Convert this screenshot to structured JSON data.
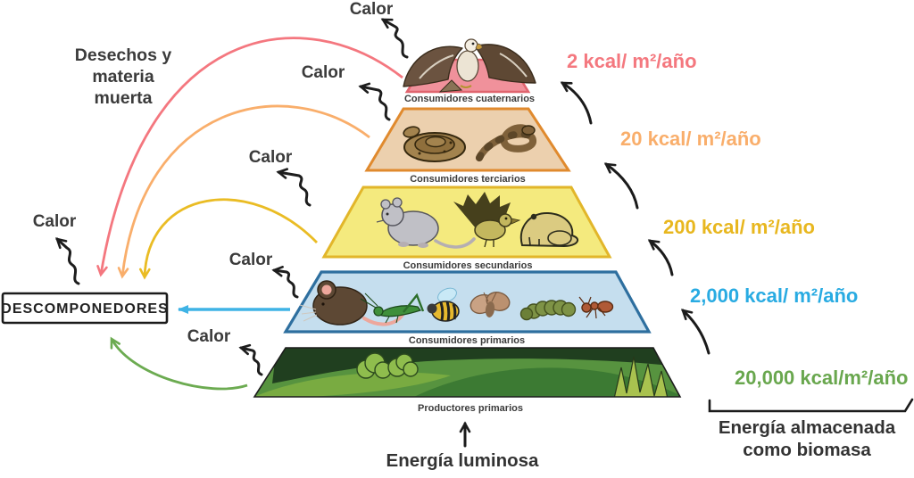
{
  "labels": {
    "calor": "Calor",
    "waste": {
      "lines": [
        "Desechos y",
        "materia",
        "muerta"
      ]
    },
    "decomposers": "DESCOMPONEDORES",
    "light_energy": "Energía luminosa",
    "biomass": {
      "lines": [
        "Energía almacenada",
        "como biomasa"
      ]
    }
  },
  "pyramid": {
    "levels": [
      {
        "label": "Consumidores cuaternarios",
        "energy": "2 kcal/ m²/año",
        "fill": "#f0919b",
        "stroke": "#e0646e",
        "energy_color": "#f4787f",
        "organisms": [
          "hawk"
        ]
      },
      {
        "label": "Consumidores terciarios",
        "energy": "20 kcal/ m²/año",
        "fill": "#ecd0ae",
        "stroke": "#e08a2e",
        "energy_color": "#f9ae6b",
        "organisms": [
          "coiled-snake",
          "curving-snake"
        ]
      },
      {
        "label": "Consumidores secundarios",
        "energy": "200 kcal/ m²/año",
        "fill": "#f4ea7e",
        "stroke": "#e2b62a",
        "energy_color": "#e8b71f",
        "organisms": [
          "rat",
          "songbird",
          "toad"
        ]
      },
      {
        "label": "Consumidores primarios",
        "energy": "2,000 kcal/ m²/año",
        "fill": "#c5deee",
        "stroke": "#2e6f9f",
        "energy_color": "#29abe2",
        "organisms": [
          "mouse",
          "grasshopper",
          "bee",
          "moth",
          "caterpillar",
          "ant"
        ]
      },
      {
        "label": "Productores primarios",
        "energy": "20,000 kcal/m²/año",
        "fill": "#57933f",
        "stroke": "#1c1c1c",
        "energy_color": "#69a74e",
        "organisms": [
          "grassland",
          "shrubs",
          "grass-tuft"
        ]
      }
    ]
  },
  "arrows": {
    "heat_color": "#1d1d1d",
    "to_decomposers": {
      "pink": "#f4777f",
      "orange": "#f9ae6b",
      "yellow": "#eabc24",
      "blue": "#3fb3e5",
      "green": "#6cab51"
    },
    "energy_up_color": "#1a1a1a"
  }
}
